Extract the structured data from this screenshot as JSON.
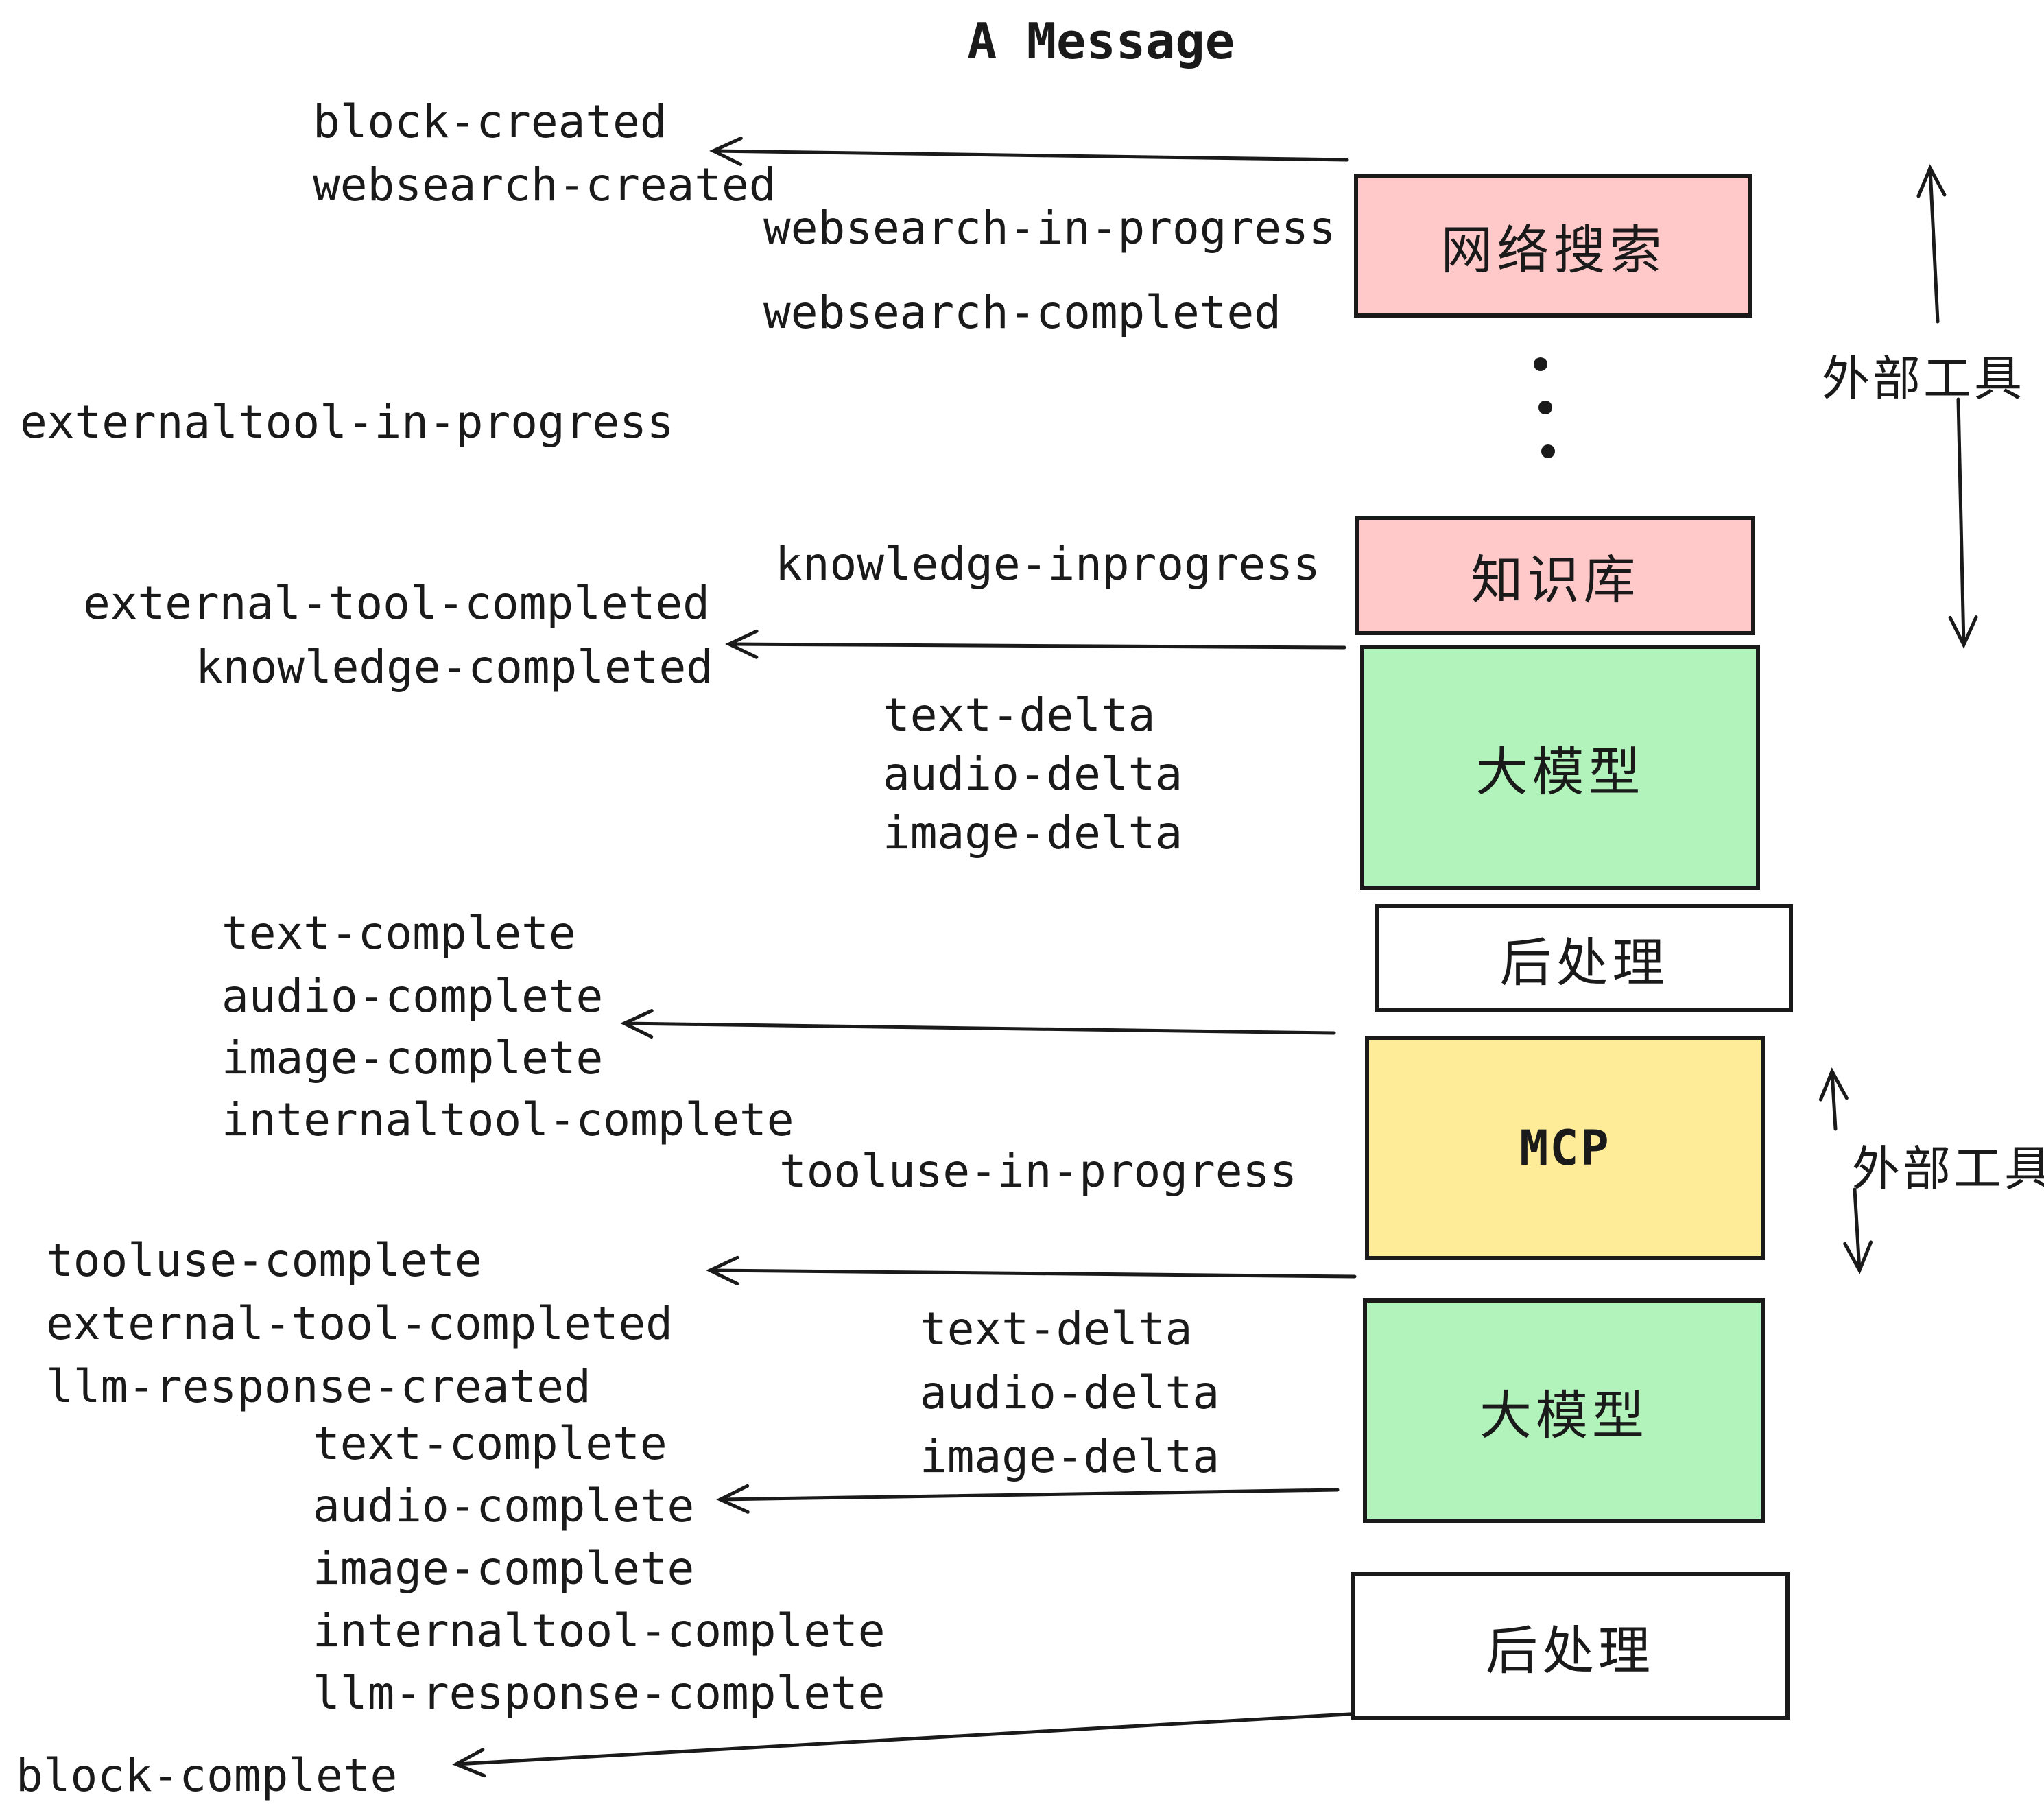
{
  "title": "A Message",
  "colors": {
    "pink": "#FFC9C9",
    "green": "#B2F2BB",
    "yellow": "#FFEC99",
    "white": "#FFFFFF",
    "ink": "#1A1A1A"
  },
  "boxes": [
    {
      "id": "websearch",
      "label": "网络搜索",
      "fill": "#FFC9C9"
    },
    {
      "id": "knowledge",
      "label": "知识库",
      "fill": "#FFC9C9"
    },
    {
      "id": "llm-1",
      "label": "大模型",
      "fill": "#B2F2BB"
    },
    {
      "id": "post-1",
      "label": "后处理",
      "fill": "#FFFFFF"
    },
    {
      "id": "mcp",
      "label": "MCP",
      "fill": "#FFEC99"
    },
    {
      "id": "llm-2",
      "label": "大模型",
      "fill": "#B2F2BB"
    },
    {
      "id": "post-2",
      "label": "后处理",
      "fill": "#FFFFFF"
    }
  ],
  "events": [
    {
      "id": "block-created",
      "text": "block-created"
    },
    {
      "id": "websearch-created",
      "text": "websearch-created"
    },
    {
      "id": "websearch-in-progress",
      "text": "websearch-in-progress"
    },
    {
      "id": "websearch-completed",
      "text": "websearch-completed"
    },
    {
      "id": "externaltool-in-progress",
      "text": "externaltool-in-progress"
    },
    {
      "id": "external-tool-completed",
      "text": "external-tool-completed"
    },
    {
      "id": "knowledge-completed",
      "text": "knowledge-completed"
    },
    {
      "id": "knowledge-inprogress",
      "text": "knowledge-inprogress"
    },
    {
      "id": "text-delta-1",
      "text": "text-delta"
    },
    {
      "id": "audio-delta-1",
      "text": "audio-delta"
    },
    {
      "id": "image-delta-1",
      "text": "image-delta"
    },
    {
      "id": "text-complete-1",
      "text": "text-complete"
    },
    {
      "id": "audio-complete-1",
      "text": "audio-complete"
    },
    {
      "id": "image-complete-1",
      "text": "image-complete"
    },
    {
      "id": "internaltool-complete-1",
      "text": "internaltool-complete"
    },
    {
      "id": "tooluse-in-progress",
      "text": "tooluse-in-progress"
    },
    {
      "id": "tooluse-complete",
      "text": "tooluse-complete"
    },
    {
      "id": "external-tool-completed-2",
      "text": "external-tool-completed"
    },
    {
      "id": "llm-response-created",
      "text": "llm-response-created"
    },
    {
      "id": "text-complete-2",
      "text": "text-complete"
    },
    {
      "id": "audio-complete-2",
      "text": "audio-complete"
    },
    {
      "id": "image-complete-2",
      "text": "image-complete"
    },
    {
      "id": "internaltool-complete-2",
      "text": "internaltool-complete"
    },
    {
      "id": "llm-response-complete",
      "text": "llm-response-complete"
    },
    {
      "id": "block-complete",
      "text": "block-complete"
    }
  ],
  "annotations": [
    {
      "id": "external-tools-top",
      "text": "外部工具"
    },
    {
      "id": "external-tools-mid",
      "text": "外部工具"
    }
  ]
}
